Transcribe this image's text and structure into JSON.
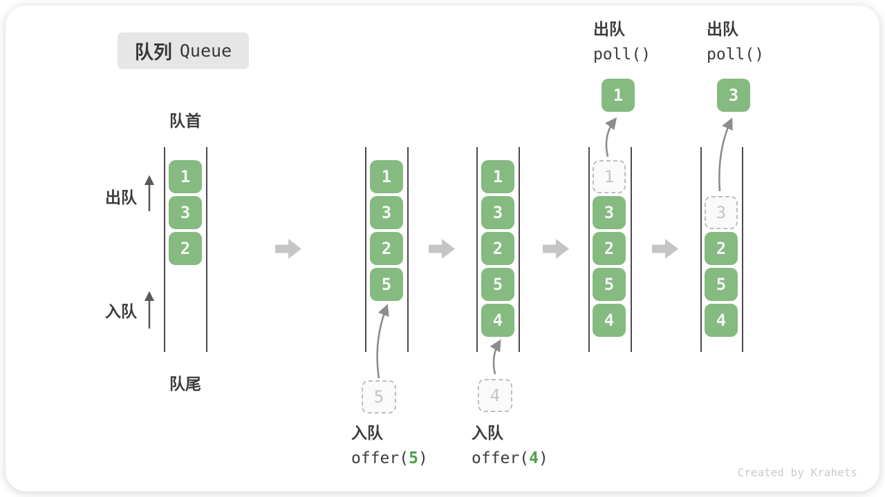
{
  "title": {
    "zh": "队列",
    "en": "Queue"
  },
  "side_labels": {
    "front": "队首",
    "rear": "队尾",
    "dequeue": "出队",
    "enqueue": "入队"
  },
  "poll_labels": [
    {
      "zh": "出队",
      "code": "poll()"
    },
    {
      "zh": "出队",
      "code": "poll()"
    }
  ],
  "offer_labels": [
    {
      "zh": "入队",
      "pre": "offer(",
      "arg": "5",
      "post": ")"
    },
    {
      "zh": "入队",
      "pre": "offer(",
      "arg": "4",
      "post": ")"
    }
  ],
  "columns": [
    {
      "cells": [
        "1",
        "3",
        "2"
      ]
    },
    {
      "cells": [
        "1",
        "3",
        "2",
        "5"
      ],
      "pending": "5"
    },
    {
      "cells": [
        "1",
        "3",
        "2",
        "5",
        "4"
      ],
      "pending": "4"
    },
    {
      "removed": "1",
      "cells": [
        "3",
        "2",
        "5",
        "4"
      ],
      "polled": "1"
    },
    {
      "removed": "3",
      "cells": [
        "2",
        "5",
        "4"
      ],
      "polled": "3"
    }
  ],
  "watermark": "Created by Krahets",
  "colors": {
    "box_green": "#85ba80",
    "accent_green": "#4e9e4a",
    "flow_arrow_gray": "#c5c5c5",
    "connector_gray": "#8c8c8c",
    "wall_gray": "#4a4a4a",
    "badge_bg": "#e6e6e6"
  }
}
